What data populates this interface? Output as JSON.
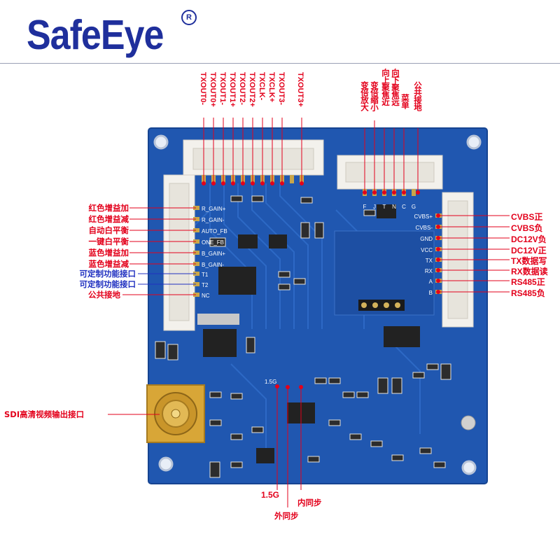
{
  "brand": {
    "name": "SafeEye",
    "registered": "R"
  },
  "top_pins": [
    "TXOUT0-",
    "TXOUT0+",
    "TXOUT1-",
    "TXOUT1+",
    "TXOUT2-",
    "TXOUT2+",
    "TXCLK-",
    "TXCLK+",
    "TXOUT3-",
    "TXOUT3+"
  ],
  "top_right_pins": [
    "变倍放大",
    "变倍缩小",
    "向上聚焦近",
    "向下聚焦远",
    "菜单",
    "公共接地"
  ],
  "left_labels": [
    {
      "text": "红色增益加",
      "color": "red"
    },
    {
      "text": "红色增益减",
      "color": "red"
    },
    {
      "text": "自动白平衡",
      "color": "red"
    },
    {
      "text": "一键白平衡",
      "color": "red"
    },
    {
      "text": "蓝色增益加",
      "color": "red"
    },
    {
      "text": "蓝色增益减",
      "color": "red"
    },
    {
      "text": "可定制功能接口",
      "color": "blue"
    },
    {
      "text": "可定制功能接口",
      "color": "blue"
    },
    {
      "text": "公共接地",
      "color": "red"
    }
  ],
  "right_labels": [
    "CVBS正",
    "CVBS负",
    "DC12V负",
    "DC12V正",
    "TX数据写",
    "RX数据读",
    "RS485正",
    "RS485负"
  ],
  "sdi_label": "SDI高清视频输出接口",
  "bottom_labels": {
    "g15": "1.5G",
    "inner_sync": "内同步",
    "outer_sync": "外同步"
  },
  "silkscreen": {
    "left_pins": [
      "R_GAIN+",
      "R_GAIN-",
      "AUTO_FB",
      "ONE_FB",
      "B_GAIN+",
      "B_GAIN-",
      "T1",
      "T2",
      "NC"
    ],
    "right_pins": [
      "CVBS+",
      "CVBS-",
      "GND",
      "VCC",
      "TX",
      "RX",
      "A",
      "B"
    ],
    "top_right_pins": [
      "F",
      "J",
      "T",
      "N",
      "C",
      "G"
    ],
    "jumper": [
      "1.5G"
    ]
  }
}
